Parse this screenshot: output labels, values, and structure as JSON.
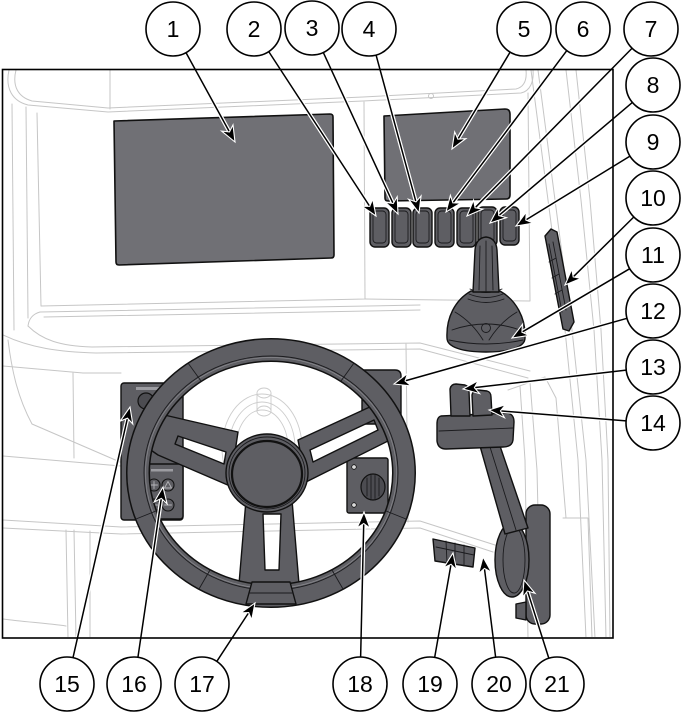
{
  "callouts": {
    "top_row": [
      {
        "number": "1"
      },
      {
        "number": "2"
      },
      {
        "number": "3"
      },
      {
        "number": "4"
      },
      {
        "number": "5"
      },
      {
        "number": "6"
      },
      {
        "number": "7"
      }
    ],
    "right_column": [
      {
        "number": "8"
      },
      {
        "number": "9"
      },
      {
        "number": "10"
      },
      {
        "number": "11"
      },
      {
        "number": "12"
      },
      {
        "number": "13"
      },
      {
        "number": "14"
      }
    ],
    "bottom_row": [
      {
        "number": "15"
      },
      {
        "number": "16"
      },
      {
        "number": "17"
      },
      {
        "number": "18"
      },
      {
        "number": "19"
      },
      {
        "number": "20"
      },
      {
        "number": "21"
      }
    ]
  },
  "colors": {
    "page_background": "#ffffff",
    "component_fill": "#5e5e63",
    "screen_fill": "#707075",
    "component_outline": "#111111",
    "background_line": "#c6c6c6",
    "callout_stroke": "#000000",
    "callout_text": "#000000"
  }
}
